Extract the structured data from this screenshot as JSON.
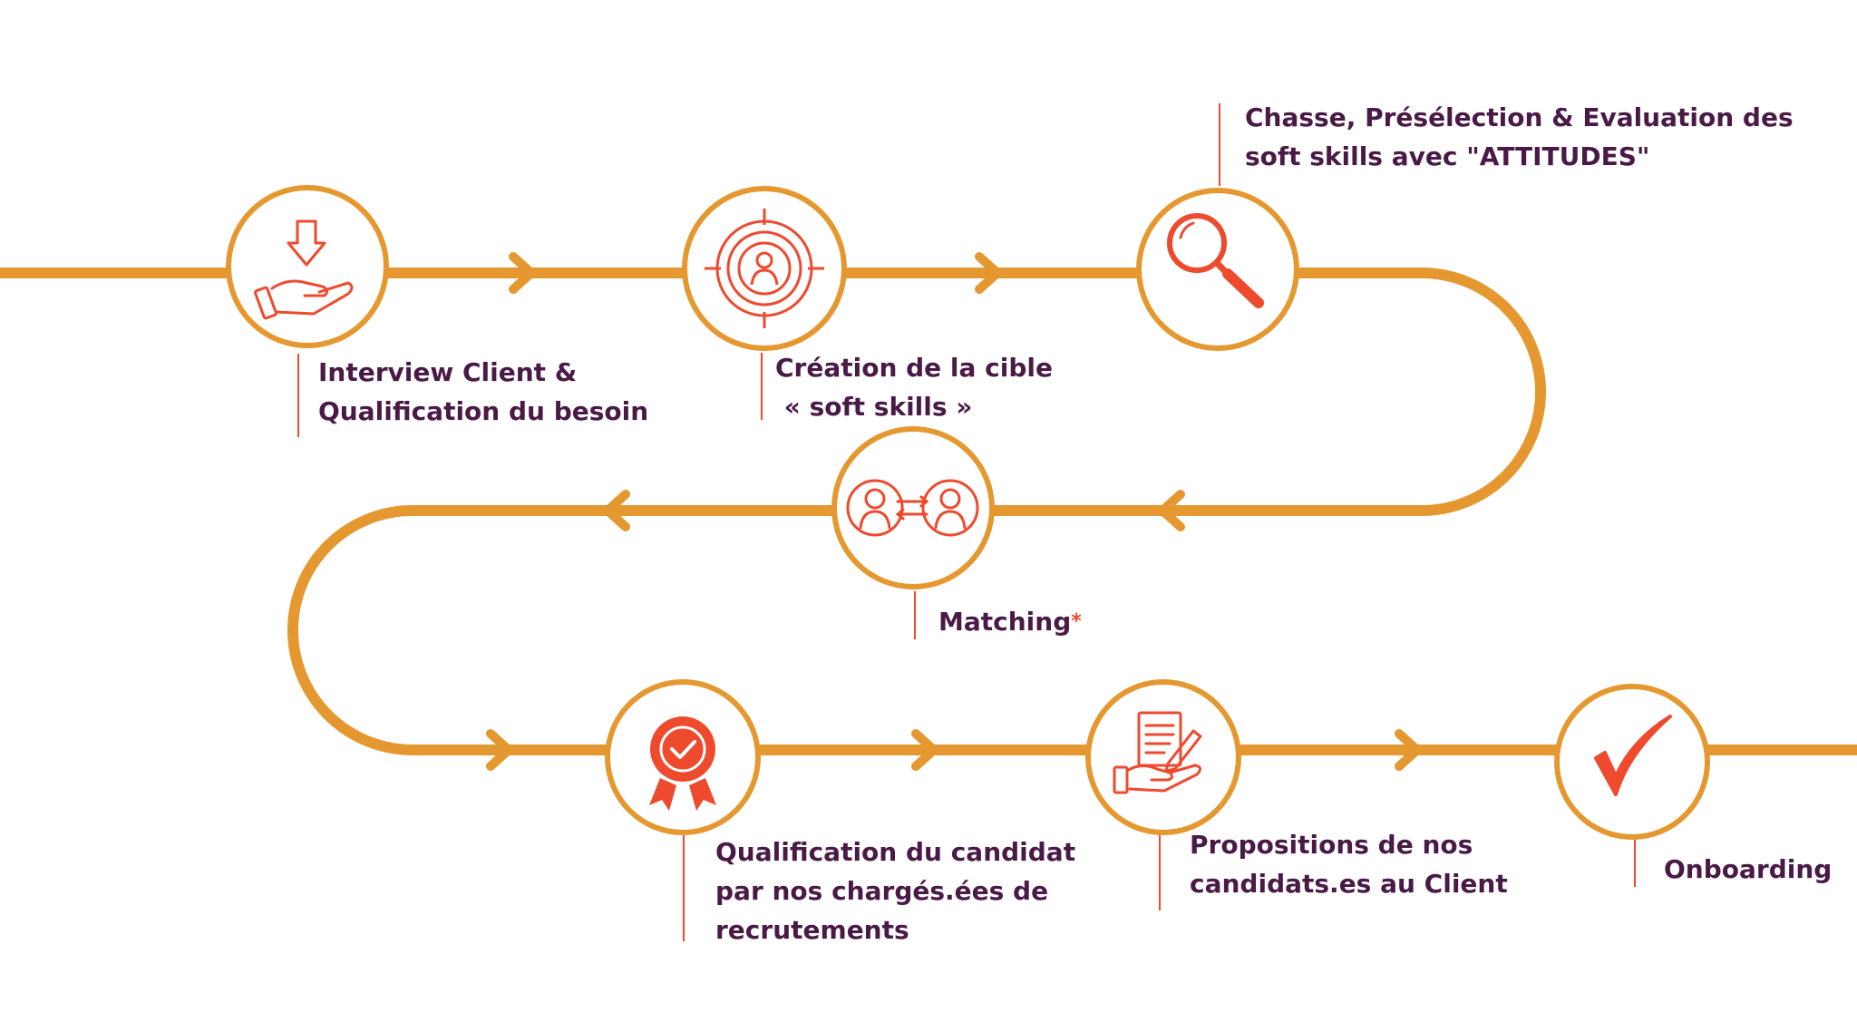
{
  "colors": {
    "path": "#e5982f",
    "icon": "#ee4a2e",
    "connector": "#ee4a2e",
    "text": "#4a1a47",
    "background": "#ffffff"
  },
  "steps": [
    {
      "icon": "hand-arrow-icon",
      "lines": [
        "Interview Client &",
        "Qualification du besoin"
      ]
    },
    {
      "icon": "target-person-icon",
      "lines": [
        "Création de la cible",
        " « soft skills »"
      ]
    },
    {
      "icon": "magnifier-icon",
      "lines": [
        "Chasse, Présélection & Evaluation des",
        "soft skills avec \"ATTITUDES\""
      ]
    },
    {
      "icon": "people-exchange-icon",
      "lines": [
        "Matching"
      ],
      "marker": "*"
    },
    {
      "icon": "award-badge-icon",
      "lines": [
        "Qualification du candidat",
        "par nos chargés.ées de",
        "recrutements"
      ]
    },
    {
      "icon": "document-hand-icon",
      "lines": [
        "Propositions de nos",
        "candidats.es au Client"
      ]
    },
    {
      "icon": "checkmark-icon",
      "lines": [
        "Onboarding"
      ]
    }
  ]
}
